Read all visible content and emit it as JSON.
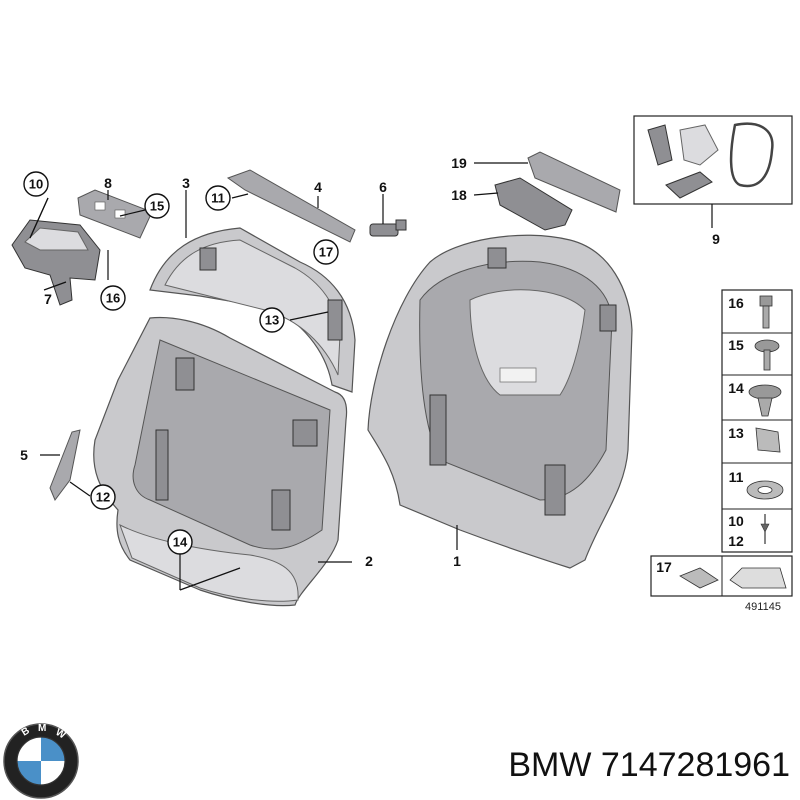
{
  "callouts": {
    "c1": "1",
    "c2": "2",
    "c3": "3",
    "c4": "4",
    "c5": "5",
    "c6": "6",
    "c7": "7",
    "c8": "8",
    "c9": "9",
    "c10": "10",
    "c11": "11",
    "c12": "12",
    "c13": "13",
    "c14": "14",
    "c15": "15",
    "c16": "16",
    "c17": "17",
    "c18": "18",
    "c19": "19"
  },
  "sidebar": {
    "rows": [
      {
        "label": "16",
        "icon": "screw-icon"
      },
      {
        "label": "15",
        "icon": "pan-head-screw-icon"
      },
      {
        "label": "14",
        "icon": "expanding-rivet-icon"
      },
      {
        "label": "13",
        "icon": "clip-nut-icon"
      },
      {
        "label": "11",
        "icon": "star-washer-icon"
      },
      {
        "label": "10",
        "label2": "12",
        "icon": "pin-icon"
      }
    ],
    "kit_label": "17",
    "kit_icon": "clip-arrow-icon"
  },
  "ref_number": "491145",
  "footer": {
    "brand_icon": "bmw-logo",
    "part_text": "BMW 7147281961"
  }
}
